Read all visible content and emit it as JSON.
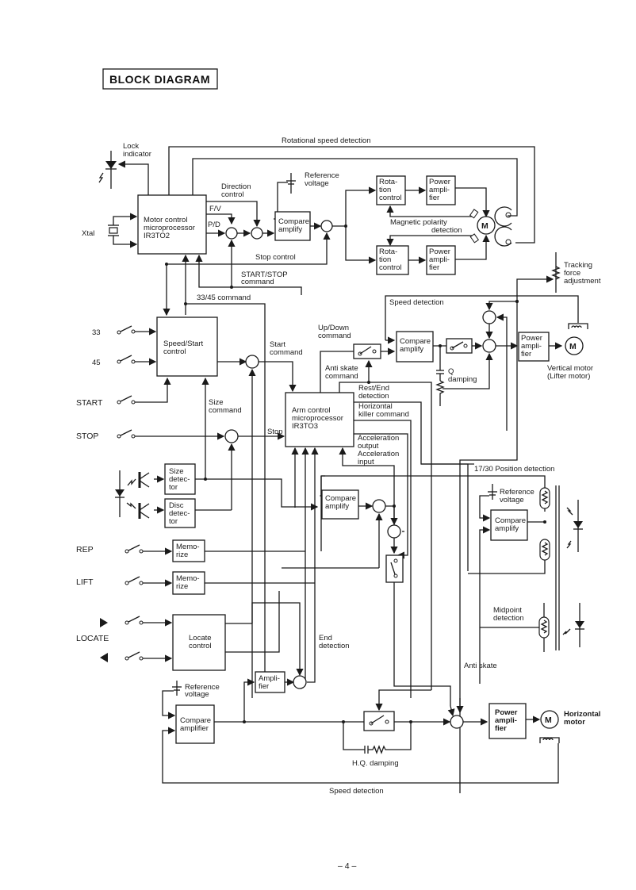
{
  "document": {
    "title": "BLOCK DIAGRAM",
    "page_number": "– 4 –"
  },
  "blocks": {
    "motor_cpu": [
      "Motor control",
      "microprocessor",
      "IR3TO2"
    ],
    "speed_start": [
      "Speed/Start",
      "control"
    ],
    "arm_cpu": [
      "Arm control",
      "microprocessor",
      "IR3TO3"
    ],
    "size_detector": [
      "Size",
      "detec-",
      "tor"
    ],
    "disc_detector": [
      "Disc",
      "detec-",
      "tor"
    ],
    "memorize_rep": [
      "Memo-",
      "rize"
    ],
    "memorize_lift": [
      "Memo-",
      "rize"
    ],
    "locate_control": [
      "Locate",
      "control"
    ],
    "compare_amp_top": [
      "Compare",
      "amplify"
    ],
    "rotation_control_1": [
      "Rota-",
      "tion",
      "control"
    ],
    "rotation_control_2": [
      "Rota-",
      "tion",
      "control"
    ],
    "power_amp_1": [
      "Power",
      "ampli-",
      "fier"
    ],
    "power_amp_2": [
      "Power",
      "ampli-",
      "fier"
    ],
    "compare_amp_vertical": [
      "Compare",
      "amplify"
    ],
    "power_amp_vertical": [
      "Power",
      "ampli-",
      "fier"
    ],
    "compare_amp_mid": [
      "Compare",
      "amplify"
    ],
    "compare_amp_position": [
      "Compare",
      "amplify"
    ],
    "amplifier_bottom": [
      "Ampli-",
      "fier"
    ],
    "compare_amplifier_bottom": [
      "Compare",
      "amplifier"
    ],
    "power_amp_horizontal": [
      "Power",
      "ampli-",
      "fier"
    ]
  },
  "inputs": {
    "xtal": "Xtal",
    "s33": "33",
    "s45": "45",
    "start": "START",
    "stop": "STOP",
    "rep": "REP",
    "lift": "LIFT",
    "locate": "LOCATE"
  },
  "labels": {
    "lock_indicator": [
      "Lock",
      "indicator"
    ],
    "rotational_speed_detection": "Rotational speed detection",
    "direction_control": [
      "Direction",
      "control"
    ],
    "reference_voltage_top": [
      "Reference",
      "voltage"
    ],
    "fv": "F/V",
    "pd": "P/D",
    "magnetic_polarity": [
      "Magnetic polarity",
      "detection"
    ],
    "stop_control": "Stop control",
    "start_stop_command": [
      "START/STOP",
      "command"
    ],
    "cmd_33_45": "33/45 command",
    "tracking_force": [
      "Tracking",
      "force",
      "adjustment"
    ],
    "speed_detection_top": "Speed detection",
    "up_down_command": [
      "Up/Down",
      "command"
    ],
    "start_command": [
      "Start",
      "command"
    ],
    "anti_skate_command": [
      "Anti skate",
      "command"
    ],
    "q_damping": [
      "Q",
      "damping"
    ],
    "vertical_motor": [
      "Vertical motor",
      "(Lifter motor)"
    ],
    "rest_end_detection": [
      "Rest/End",
      "detection"
    ],
    "horizontal_killer": [
      "Horizontal",
      "killer command"
    ],
    "size_command": [
      "Size",
      "command"
    ],
    "stop": "Stop",
    "acceleration_output": [
      "Acceleration",
      "output"
    ],
    "acceleration_input": [
      "Acceleration",
      "input"
    ],
    "position_17_30": "17/30 Position detection",
    "reference_voltage_mid": [
      "Reference",
      "voltage"
    ],
    "midpoint_detection": [
      "Midpoint",
      "detection"
    ],
    "end_detection": [
      "End",
      "detection"
    ],
    "anti_skate": "Anti  skate",
    "reference_voltage_bottom": [
      "Reference",
      "voltage"
    ],
    "hq_damping": "H.Q. damping",
    "horizontal_motor": [
      "Horizontal",
      "motor"
    ],
    "speed_detection_bottom": "Speed detection",
    "motor_symbol": "M"
  }
}
